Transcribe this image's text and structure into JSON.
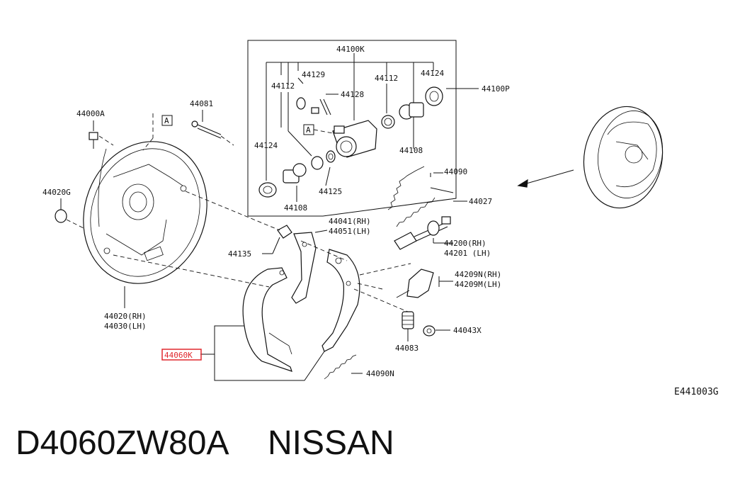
{
  "diagram": {
    "box_header": "44100K",
    "labels": {
      "l44100K": "44100K",
      "l44129": "44129",
      "l44112a": "44112",
      "l44128": "44128",
      "l44112b": "44112",
      "l44124a": "44124",
      "l44100P": "44100P",
      "l44124b": "44124",
      "l44108a": "44108",
      "l44125": "44125",
      "l44108b": "44108",
      "l44000A": "44000A",
      "l44081": "44081",
      "l44020G": "44020G",
      "l44090": "44090",
      "l44027": "44027",
      "l44041": "44041(RH)",
      "l44051": "44051(LH)",
      "l44200": "44200(RH)",
      "l44201": "44201 (LH)",
      "l44135": "44135",
      "l44209N": "44209N(RH)",
      "l44209M": "44209M(LH)",
      "l44020": "44020(RH)",
      "l44030": "44030(LH)",
      "l44043X": "44043X",
      "l44083": "44083",
      "l44060K": "44060K",
      "l44090N": "44090N",
      "ref": "E441003G",
      "markA1": "A",
      "markA2": "A"
    },
    "highlight_color": "#e0282e"
  },
  "footer": {
    "part_number": "D4060ZW80A",
    "brand": "NISSAN"
  }
}
